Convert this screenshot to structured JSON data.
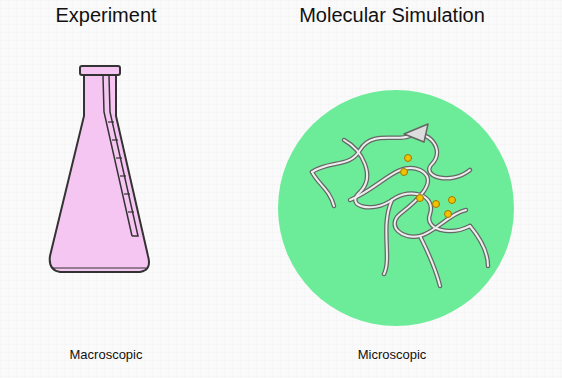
{
  "diagram": {
    "labels": [
      "Experiment",
      "Molecular Simulation",
      "Macroscopic",
      "Microscopic"
    ]
  }
}
